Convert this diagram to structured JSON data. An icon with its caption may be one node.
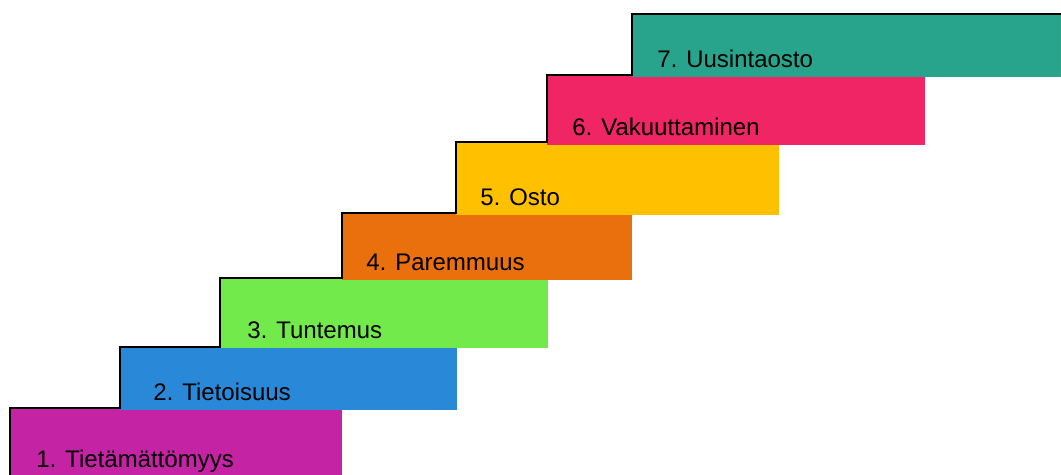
{
  "diagram": {
    "nodes": [
      {
        "text": [
          "1. Tietämättömyys"
        ]
      },
      {
        "text": [
          "2. Tietoisuus"
        ]
      },
      {
        "text": [
          "3. Tuntemus"
        ]
      },
      {
        "text": [
          "4. Paremmuus"
        ]
      },
      {
        "text": [
          "5. Osto"
        ]
      },
      {
        "text": [
          "6. Vakuuttaminen"
        ]
      },
      {
        "text": [
          "7. Uusintaosto"
        ]
      }
    ]
  }
}
